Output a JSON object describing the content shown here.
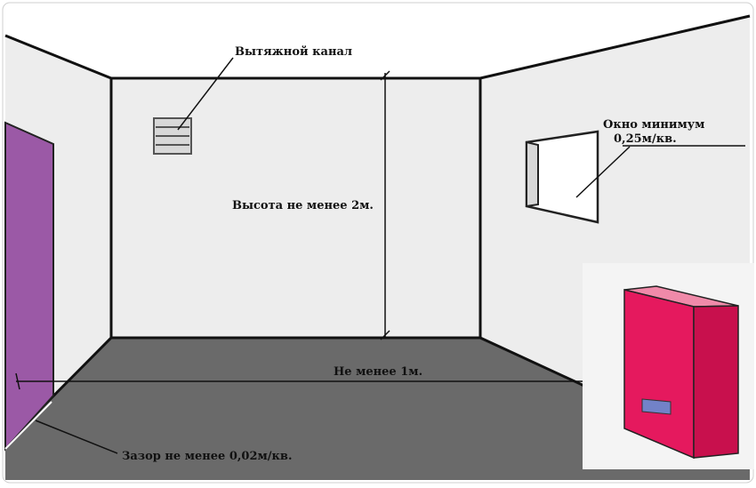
{
  "labels": {
    "exhaust_duct": "Вытяжной канал",
    "window_line1": "Окно минимум",
    "window_line2": "0,25м/кв.",
    "height": "Высота не менее 2м.",
    "width": "Не менее 1м.",
    "gap": "Зазор не менее 0,02м/кв."
  },
  "colors": {
    "wall": "#ededed",
    "floor": "#6a6a6a",
    "ceiling": "#ffffff",
    "outline": "#111111",
    "door": "#9b59a6",
    "boiler": "#e5195e",
    "boiler_side": "#c8104d",
    "window_glass": "#ffffff",
    "vent": "#d8d8d8"
  }
}
